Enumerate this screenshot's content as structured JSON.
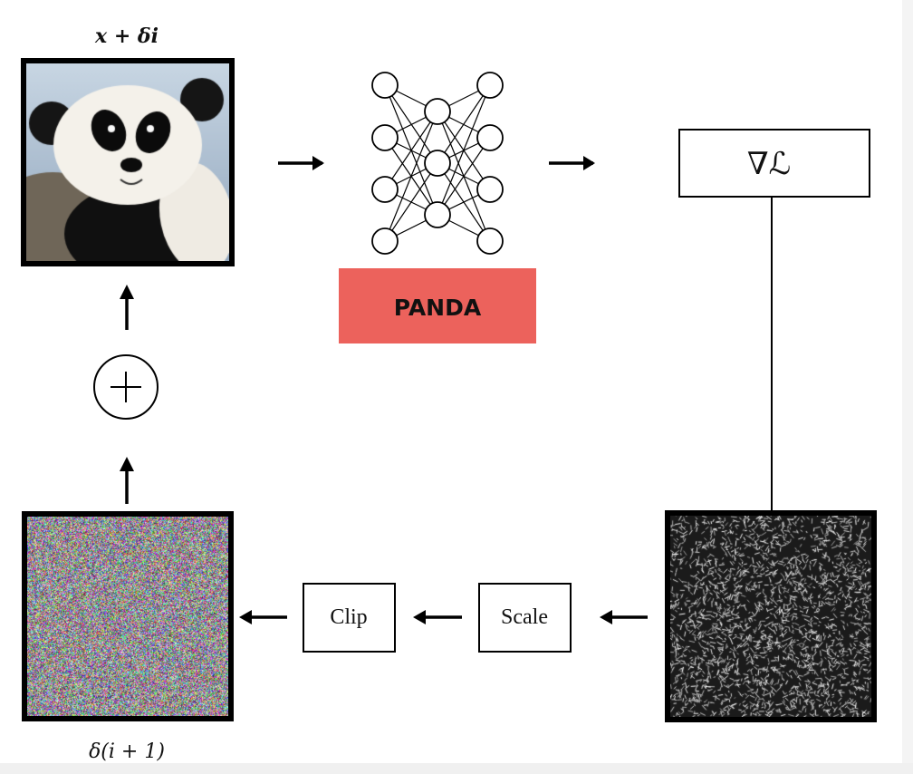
{
  "labels": {
    "input_image": "x + δi",
    "perturbation": "δ(i + 1)",
    "model": "PANDA",
    "gradient": "∇ℒ",
    "clip": "Clip",
    "scale": "Scale",
    "add_operator": "+"
  },
  "colors": {
    "model_box": "#ec625c",
    "stroke": "#000000"
  },
  "icons": {
    "add_operator": "circled-plus-icon",
    "network": "neural-network-icon"
  }
}
